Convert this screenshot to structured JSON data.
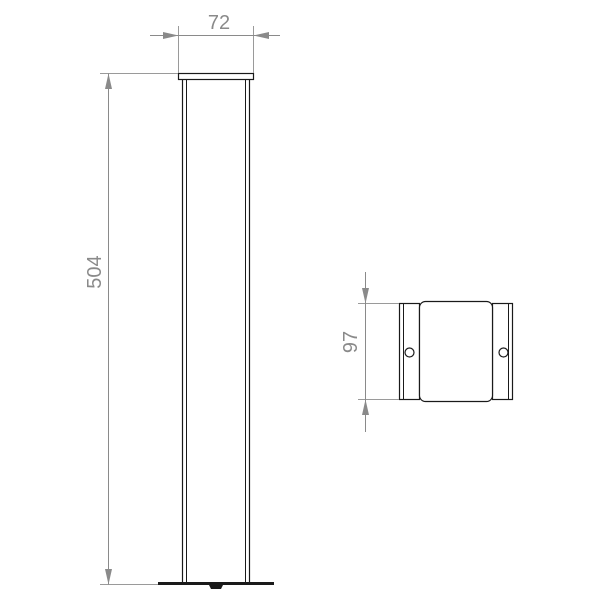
{
  "dimensions": {
    "width": "72",
    "height": "504",
    "depth": "97"
  }
}
